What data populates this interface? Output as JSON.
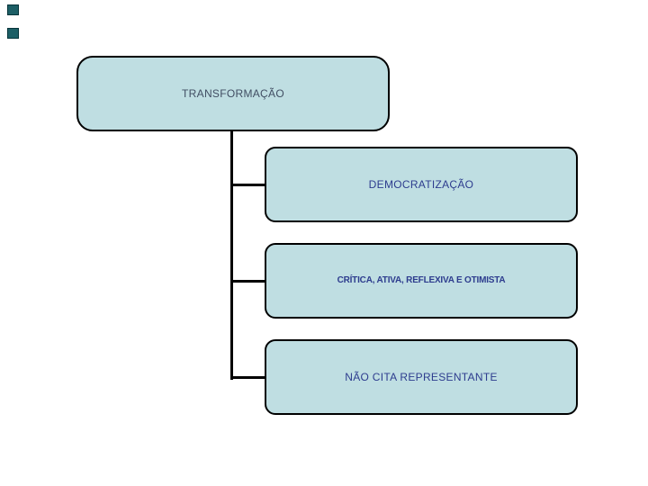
{
  "diagram": {
    "type": "org-chart",
    "root": {
      "label": "TRANSFORMAÇÃO"
    },
    "children": [
      {
        "label": "DEMOCRATIZAÇÃO"
      },
      {
        "label": "CRÍTICA, ATIVA, REFLEXIVA E OTIMISTA"
      },
      {
        "label": "NÃO CITA REPRESENTANTE"
      }
    ],
    "colors": {
      "box_fill": "#bfdee2",
      "box_border": "#000000",
      "root_text": "#414e63",
      "child_text": "#2d3c8e",
      "connector": "#000000",
      "marker_fill": "#1d5f66"
    }
  }
}
